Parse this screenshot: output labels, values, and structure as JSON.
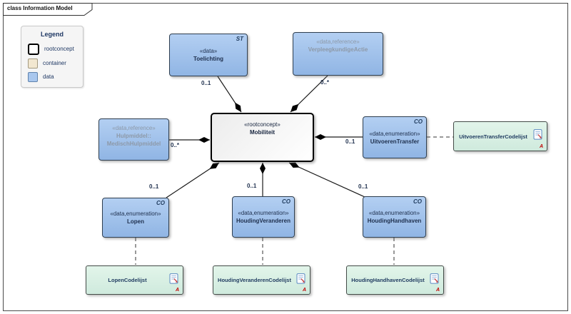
{
  "diagram": {
    "tab_label": "class Information Model"
  },
  "legend": {
    "title": "Legend",
    "items": [
      {
        "label": "rootconcept"
      },
      {
        "label": "container"
      },
      {
        "label": "data"
      }
    ]
  },
  "nodes": {
    "toelichting": {
      "stereotype": "«data»",
      "name": "Toelichting",
      "corner": "ST"
    },
    "verpleegkundige_actie": {
      "stereotype": "«data,reference»",
      "name": "VerpleegkundigeActie"
    },
    "hulpmiddel": {
      "stereotype": "«data,reference»",
      "name": "Hulpmiddel::\nMedischHulpmiddel"
    },
    "mobiliteit": {
      "stereotype": "«rootconcept»",
      "name": "Mobiliteit"
    },
    "uitvoeren_transfer": {
      "stereotype": "«data,enumeration»",
      "name": "UitvoerenTransfer",
      "corner": "CO"
    },
    "lopen": {
      "stereotype": "«data,enumeration»",
      "name": "Lopen",
      "corner": "CO"
    },
    "houding_veranderen": {
      "stereotype": "«data,enumeration»",
      "name": "HoudingVeranderen",
      "corner": "CO"
    },
    "houding_handhaven": {
      "stereotype": "«data,enumeration»",
      "name": "HoudingHandhaven",
      "corner": "CO"
    }
  },
  "codelists": {
    "uitvoeren_transfer": {
      "name": "UitvoerenTransferCodelijst",
      "marker": "A"
    },
    "lopen": {
      "name": "LopenCodelijst",
      "marker": "A"
    },
    "houding_veranderen": {
      "name": "HoudingVeranderenCodelijst",
      "marker": "A"
    },
    "houding_handhaven": {
      "name": "HoudingHandhavenCodelijst",
      "marker": "A"
    }
  },
  "multiplicities": {
    "toelichting": "0..1",
    "verpleegkundige_actie": "0..*",
    "hulpmiddel": "0..*",
    "uitvoeren_transfer": "0..1",
    "lopen": "0..1",
    "houding_veranderen": "0..1",
    "houding_handhaven": "0..1"
  },
  "colors": {
    "data_fill": "#a9c7ee",
    "data_border": "#2f3f50",
    "reference_text": "#8d99a8",
    "codelist_fill": "#d9f2e4",
    "rootconcept_fill": "#f2f2f2",
    "container_fill": "#f2e7d0",
    "text_navy": "#1e2f4d",
    "marker_red": "#c00000"
  }
}
